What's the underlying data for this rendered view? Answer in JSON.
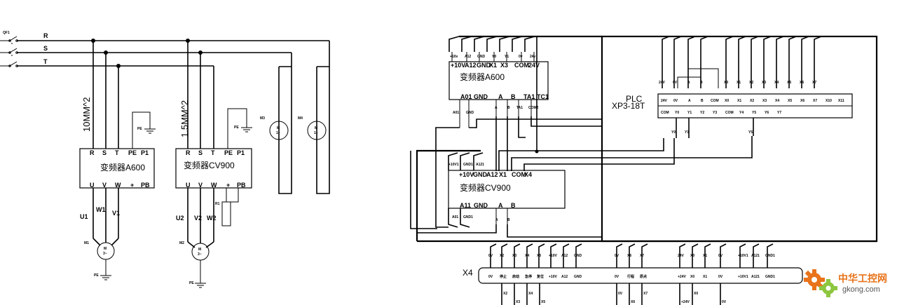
{
  "left": {
    "breaker": "QF1",
    "phases": [
      "R",
      "S",
      "T"
    ],
    "cable_a": "10MM^2",
    "cable_b": "1.5MM^2",
    "inv_a": {
      "name": "变频器A600",
      "top_terms": [
        "R",
        "S",
        "T",
        "PE",
        "P1"
      ],
      "bot_terms": [
        "U",
        "V",
        "W",
        "+",
        "PB"
      ]
    },
    "inv_b": {
      "name": "变频器CV900",
      "top_terms": [
        "R",
        "S",
        "T",
        "PE",
        "P1"
      ],
      "bot_terms": [
        "U",
        "V",
        "W",
        "+",
        "PB"
      ]
    },
    "pe": "PE",
    "r1": "R1",
    "m1": "M1",
    "m2": "M2",
    "m3": "M3",
    "m4": "M4",
    "motor_3ph": "M\n3~",
    "motor_1ph": "M\n1~",
    "out_a": [
      "U1",
      "W1",
      "V1"
    ],
    "out_b": [
      "U2",
      "V2",
      "W2"
    ]
  },
  "right": {
    "a600": {
      "name": "变频器A600",
      "top_row": [
        "+10V",
        "A12",
        "GND",
        "X1",
        "X3",
        "COM",
        "24V"
      ],
      "top_small": [
        "+10v",
        "A12",
        "GND",
        "Y0",
        "Y1",
        "0v",
        "24v"
      ],
      "bot_row": [
        "A01",
        "GND",
        "A",
        "B",
        "TA1",
        "TC1"
      ],
      "bot_small": [
        "A01",
        "GND",
        "A",
        "B",
        "TA1",
        "COM2"
      ]
    },
    "cv900": {
      "name": "变频器CV900",
      "top_row": [
        "+10V",
        "GND",
        "A12",
        "X1",
        "COM",
        "X4"
      ],
      "top_small": [
        "+10V1",
        "GND1",
        "A121"
      ],
      "bot_row": [
        "A11",
        "GND",
        "A",
        "B"
      ],
      "bot_small": [
        "A01",
        "GND1",
        "A",
        "B"
      ]
    },
    "plc": {
      "title": "PLC",
      "model": "XP3-18T",
      "top_labels": [
        "24V",
        "0V",
        "A",
        "B",
        "X0",
        "X1",
        "X2",
        "X3",
        "X4",
        "X5",
        "X6",
        "X7"
      ],
      "row1": [
        "24V",
        "0V",
        "A",
        "B",
        "COM",
        "X0",
        "X1",
        "X2",
        "X3",
        "X4",
        "X5",
        "X6",
        "X7",
        "X10",
        "X11"
      ],
      "row2": [
        "COM",
        "Y0",
        "Y1",
        "Y2",
        "Y3",
        "COM",
        "Y4",
        "Y5",
        "Y6",
        "Y7"
      ],
      "y_labels": [
        "Y0",
        "Y1",
        "Y5"
      ]
    },
    "x4": {
      "label": "X4",
      "top": [
        "0V",
        "X2",
        "X3",
        "X4",
        "X5",
        "+10V",
        "A12",
        "GND",
        "0V",
        "X6",
        "X7",
        "24V",
        "X0",
        "X1",
        "0V",
        "+10V1",
        "A121",
        "GND1"
      ],
      "middle": [
        "0V",
        "停止",
        "启动",
        "急停",
        "复位",
        "+10V",
        "A12",
        "GND",
        "0V",
        "行程",
        "原点",
        "+24V",
        "X0",
        "X1",
        "0V",
        "+10V1",
        "A121",
        "GND1"
      ],
      "bottom": [
        "X2",
        "X3",
        "X4",
        "X5",
        "0V",
        "X6",
        "X7",
        "+24V",
        "X0",
        "0V"
      ]
    }
  },
  "watermark": {
    "title": "中华工控网",
    "url": "gkong.com",
    "colors": {
      "orange": "#e8731a",
      "green": "#8dc63f"
    }
  }
}
